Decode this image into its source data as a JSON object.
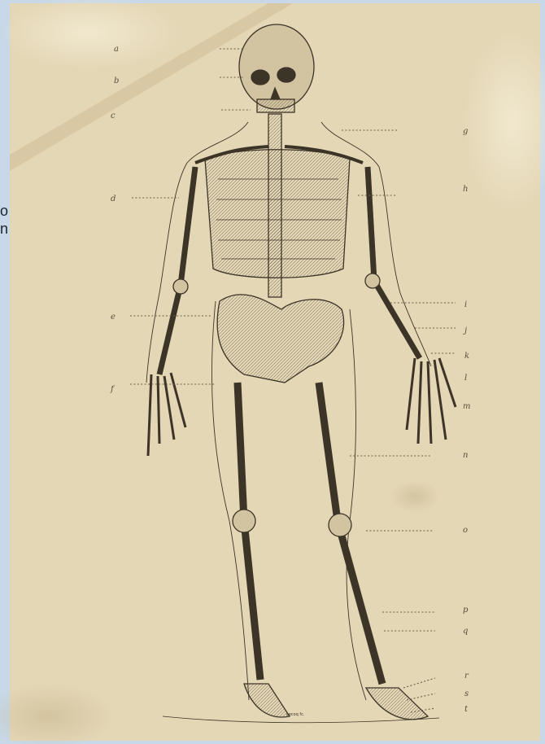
{
  "edge_text": [
    "o",
    "n"
  ],
  "plate": {
    "paper_color": "#e4d7b6",
    "ink_color": "#3c3427",
    "left_labels": [
      "a",
      "b",
      "c",
      "d",
      "e",
      "f"
    ],
    "right_labels": [
      "g",
      "h",
      "i",
      "j",
      "k",
      "l",
      "m",
      "n",
      "o",
      "p",
      "q",
      "r",
      "s",
      "t"
    ],
    "signature": "Lecoq fc."
  }
}
